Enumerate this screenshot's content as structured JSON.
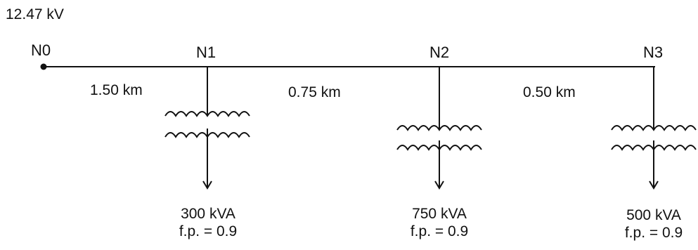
{
  "source": {
    "voltage": "12.47 kV"
  },
  "nodes": [
    {
      "id": "N0"
    },
    {
      "id": "N1"
    },
    {
      "id": "N2"
    },
    {
      "id": "N3"
    }
  ],
  "segments": [
    {
      "length": "1.50 km"
    },
    {
      "length": "0.75 km"
    },
    {
      "length": "0.50 km"
    }
  ],
  "loads": [
    {
      "node": "N1",
      "rating": "300 kVA",
      "pf": "f.p. = 0.9"
    },
    {
      "node": "N2",
      "rating": "750 kVA",
      "pf": "f.p. = 0.9"
    },
    {
      "node": "N3",
      "rating": "500 kVA",
      "pf": "f.p. = 0.9"
    }
  ],
  "colors": {
    "line": "#111111",
    "text": "#111111"
  }
}
